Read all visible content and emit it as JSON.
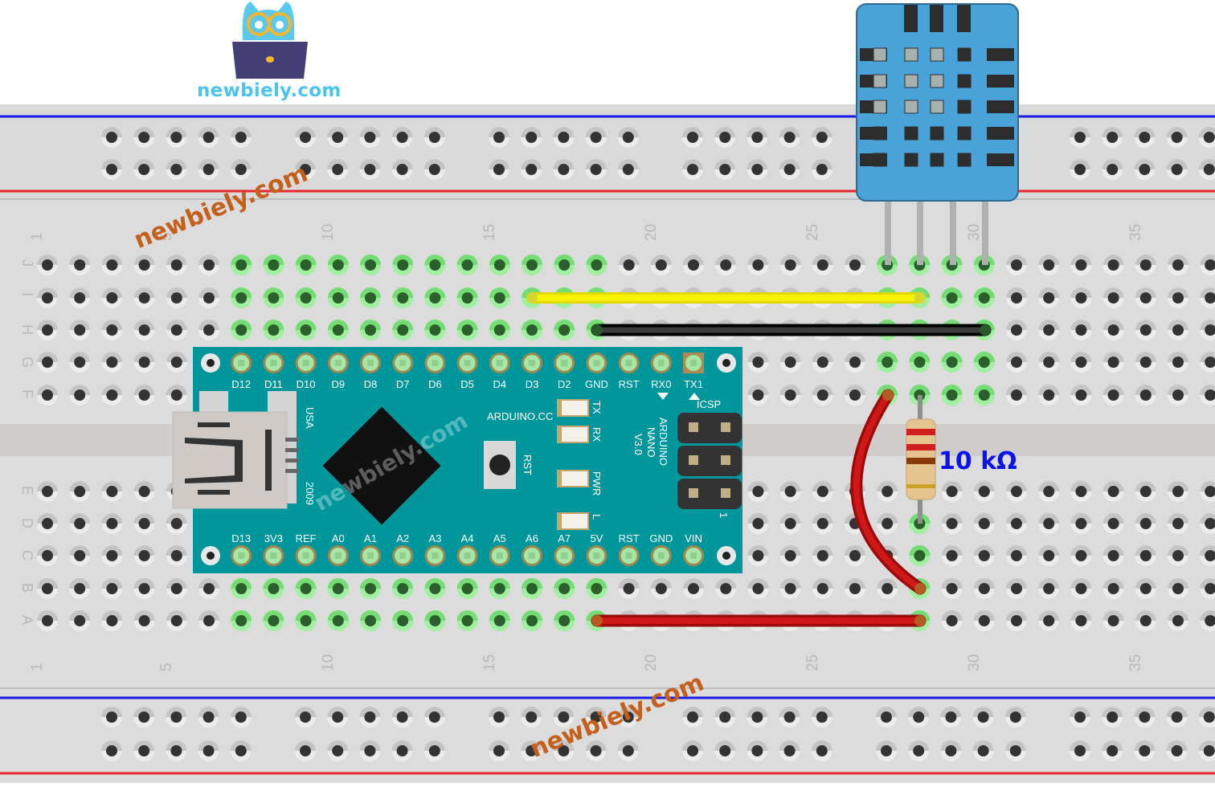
{
  "title": "Arduino Nano DHT11 breadboard wiring diagram",
  "branding": {
    "logo_text": "newbiely.com",
    "watermark_text": "newbiely.com",
    "colors": {
      "logo_text": "#4dc4ec",
      "watermark": "#c45f1c",
      "owl_body": "#5bc8ee",
      "owl_glasses": "#f2b630",
      "laptop": "#433f76"
    }
  },
  "breadboard": {
    "column_count": 37,
    "row_labels_top": [
      "J",
      "I",
      "H",
      "G",
      "F"
    ],
    "row_labels_bottom": [
      "E",
      "D",
      "C",
      "B",
      "A"
    ],
    "column_number_labels": [
      "1",
      "5",
      "10",
      "15",
      "20",
      "25",
      "30",
      "35"
    ],
    "colors": {
      "board": "#dcdcdc",
      "hole": "#333333",
      "rail_positive": "#e8262b",
      "rail_negative": "#1a1ae6",
      "highlight": "#7de37d"
    }
  },
  "arduino_nano": {
    "top_pins": [
      "D12",
      "D11",
      "D10",
      "D9",
      "D8",
      "D7",
      "D6",
      "D5",
      "D4",
      "D3",
      "D2",
      "GND",
      "RST",
      "RX0",
      "TX1"
    ],
    "bottom_pins": [
      "D13",
      "3V3",
      "REF",
      "A0",
      "A1",
      "A2",
      "A3",
      "A4",
      "A5",
      "A6",
      "A7",
      "5V",
      "RST",
      "GND",
      "VIN"
    ],
    "board_text": [
      "ARDUINO.CC",
      "ARDUINO",
      "NANO",
      "V3.0"
    ],
    "usb_text": [
      "USA",
      "2009"
    ],
    "leds": [
      "TX",
      "RX",
      "PWR",
      "L"
    ],
    "reset_label": "RST",
    "icsp_label": "ICSP",
    "icsp_pin1_label": "1",
    "color": "#00979c"
  },
  "sensor": {
    "name": "DHT11",
    "pin_count": 4,
    "color": "#4aa3d8"
  },
  "resistor": {
    "label": "10 kΩ",
    "value_ohms": 10000,
    "bands": [
      "#d11f1f",
      "#d11f1f",
      "#8a3b0c",
      "#c9a227"
    ]
  },
  "wires": [
    {
      "name": "data-wire",
      "color": "#f5f000",
      "from": "D3 row I col 16",
      "to": "DHT11 DATA row I col 28"
    },
    {
      "name": "ground-wire",
      "color": "#111111",
      "from": "GND row H col 18",
      "to": "DHT11 GND row H col 30"
    },
    {
      "name": "power-wire",
      "color": "#cc1a1a",
      "from": "5V row A col 18",
      "to": "row A col 28"
    },
    {
      "name": "pullup-wire",
      "color": "#cc1a1a",
      "from": "row F col 27",
      "to": "row B col 28"
    }
  ]
}
